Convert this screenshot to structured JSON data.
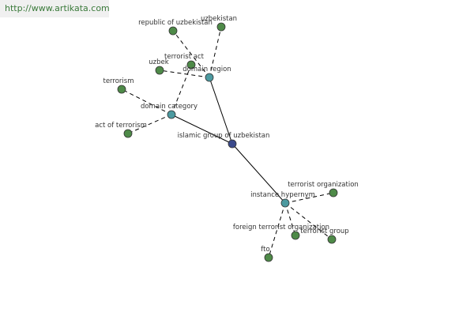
{
  "watermark": "http://www.artikata.com",
  "colors": {
    "center": "#3b4a8c",
    "hub": "#4c9aa0",
    "leaf": "#4e8a48"
  },
  "nodes": [
    {
      "id": "center",
      "label": "islamic group of uzbekistan",
      "kind": "center"
    },
    {
      "id": "domain_region",
      "label": "domain region",
      "kind": "hub"
    },
    {
      "id": "domain_category",
      "label": "domain category",
      "kind": "hub"
    },
    {
      "id": "instance_hypernym",
      "label": "instance hypernym",
      "kind": "hub"
    },
    {
      "id": "republic_of_uzbekistan",
      "label": "republic of uzbekistan",
      "kind": "leaf"
    },
    {
      "id": "uzbekistan",
      "label": "uzbekistan",
      "kind": "leaf"
    },
    {
      "id": "uzbek",
      "label": "uzbek",
      "kind": "leaf"
    },
    {
      "id": "terrorist_act",
      "label": "terrorist act",
      "kind": "leaf"
    },
    {
      "id": "terrorism",
      "label": "terrorism",
      "kind": "leaf"
    },
    {
      "id": "act_of_terrorism",
      "label": "act of terrorism",
      "kind": "leaf"
    },
    {
      "id": "terrorist_organization",
      "label": "terrorist organization",
      "kind": "leaf"
    },
    {
      "id": "foreign_terrorist_organization",
      "label": "foreign terrorist organization",
      "kind": "leaf"
    },
    {
      "id": "terrorist_group",
      "label": "terrorist group",
      "kind": "leaf"
    },
    {
      "id": "fto",
      "label": "fto",
      "kind": "leaf"
    }
  ],
  "edges": [
    {
      "from": "center",
      "to": "domain_region",
      "style": "solid"
    },
    {
      "from": "center",
      "to": "domain_category",
      "style": "solid"
    },
    {
      "from": "center",
      "to": "instance_hypernym",
      "style": "solid"
    },
    {
      "from": "domain_region",
      "to": "republic_of_uzbekistan",
      "style": "dashed"
    },
    {
      "from": "domain_region",
      "to": "uzbekistan",
      "style": "dashed"
    },
    {
      "from": "domain_region",
      "to": "uzbek",
      "style": "dashed"
    },
    {
      "from": "domain_category",
      "to": "terrorist_act",
      "style": "dashed"
    },
    {
      "from": "domain_category",
      "to": "terrorism",
      "style": "dashed"
    },
    {
      "from": "domain_category",
      "to": "act_of_terrorism",
      "style": "dashed"
    },
    {
      "from": "instance_hypernym",
      "to": "terrorist_organization",
      "style": "dashed"
    },
    {
      "from": "instance_hypernym",
      "to": "foreign_terrorist_organization",
      "style": "dashed"
    },
    {
      "from": "instance_hypernym",
      "to": "terrorist_group",
      "style": "dashed"
    },
    {
      "from": "instance_hypernym",
      "to": "fto",
      "style": "dashed"
    }
  ]
}
